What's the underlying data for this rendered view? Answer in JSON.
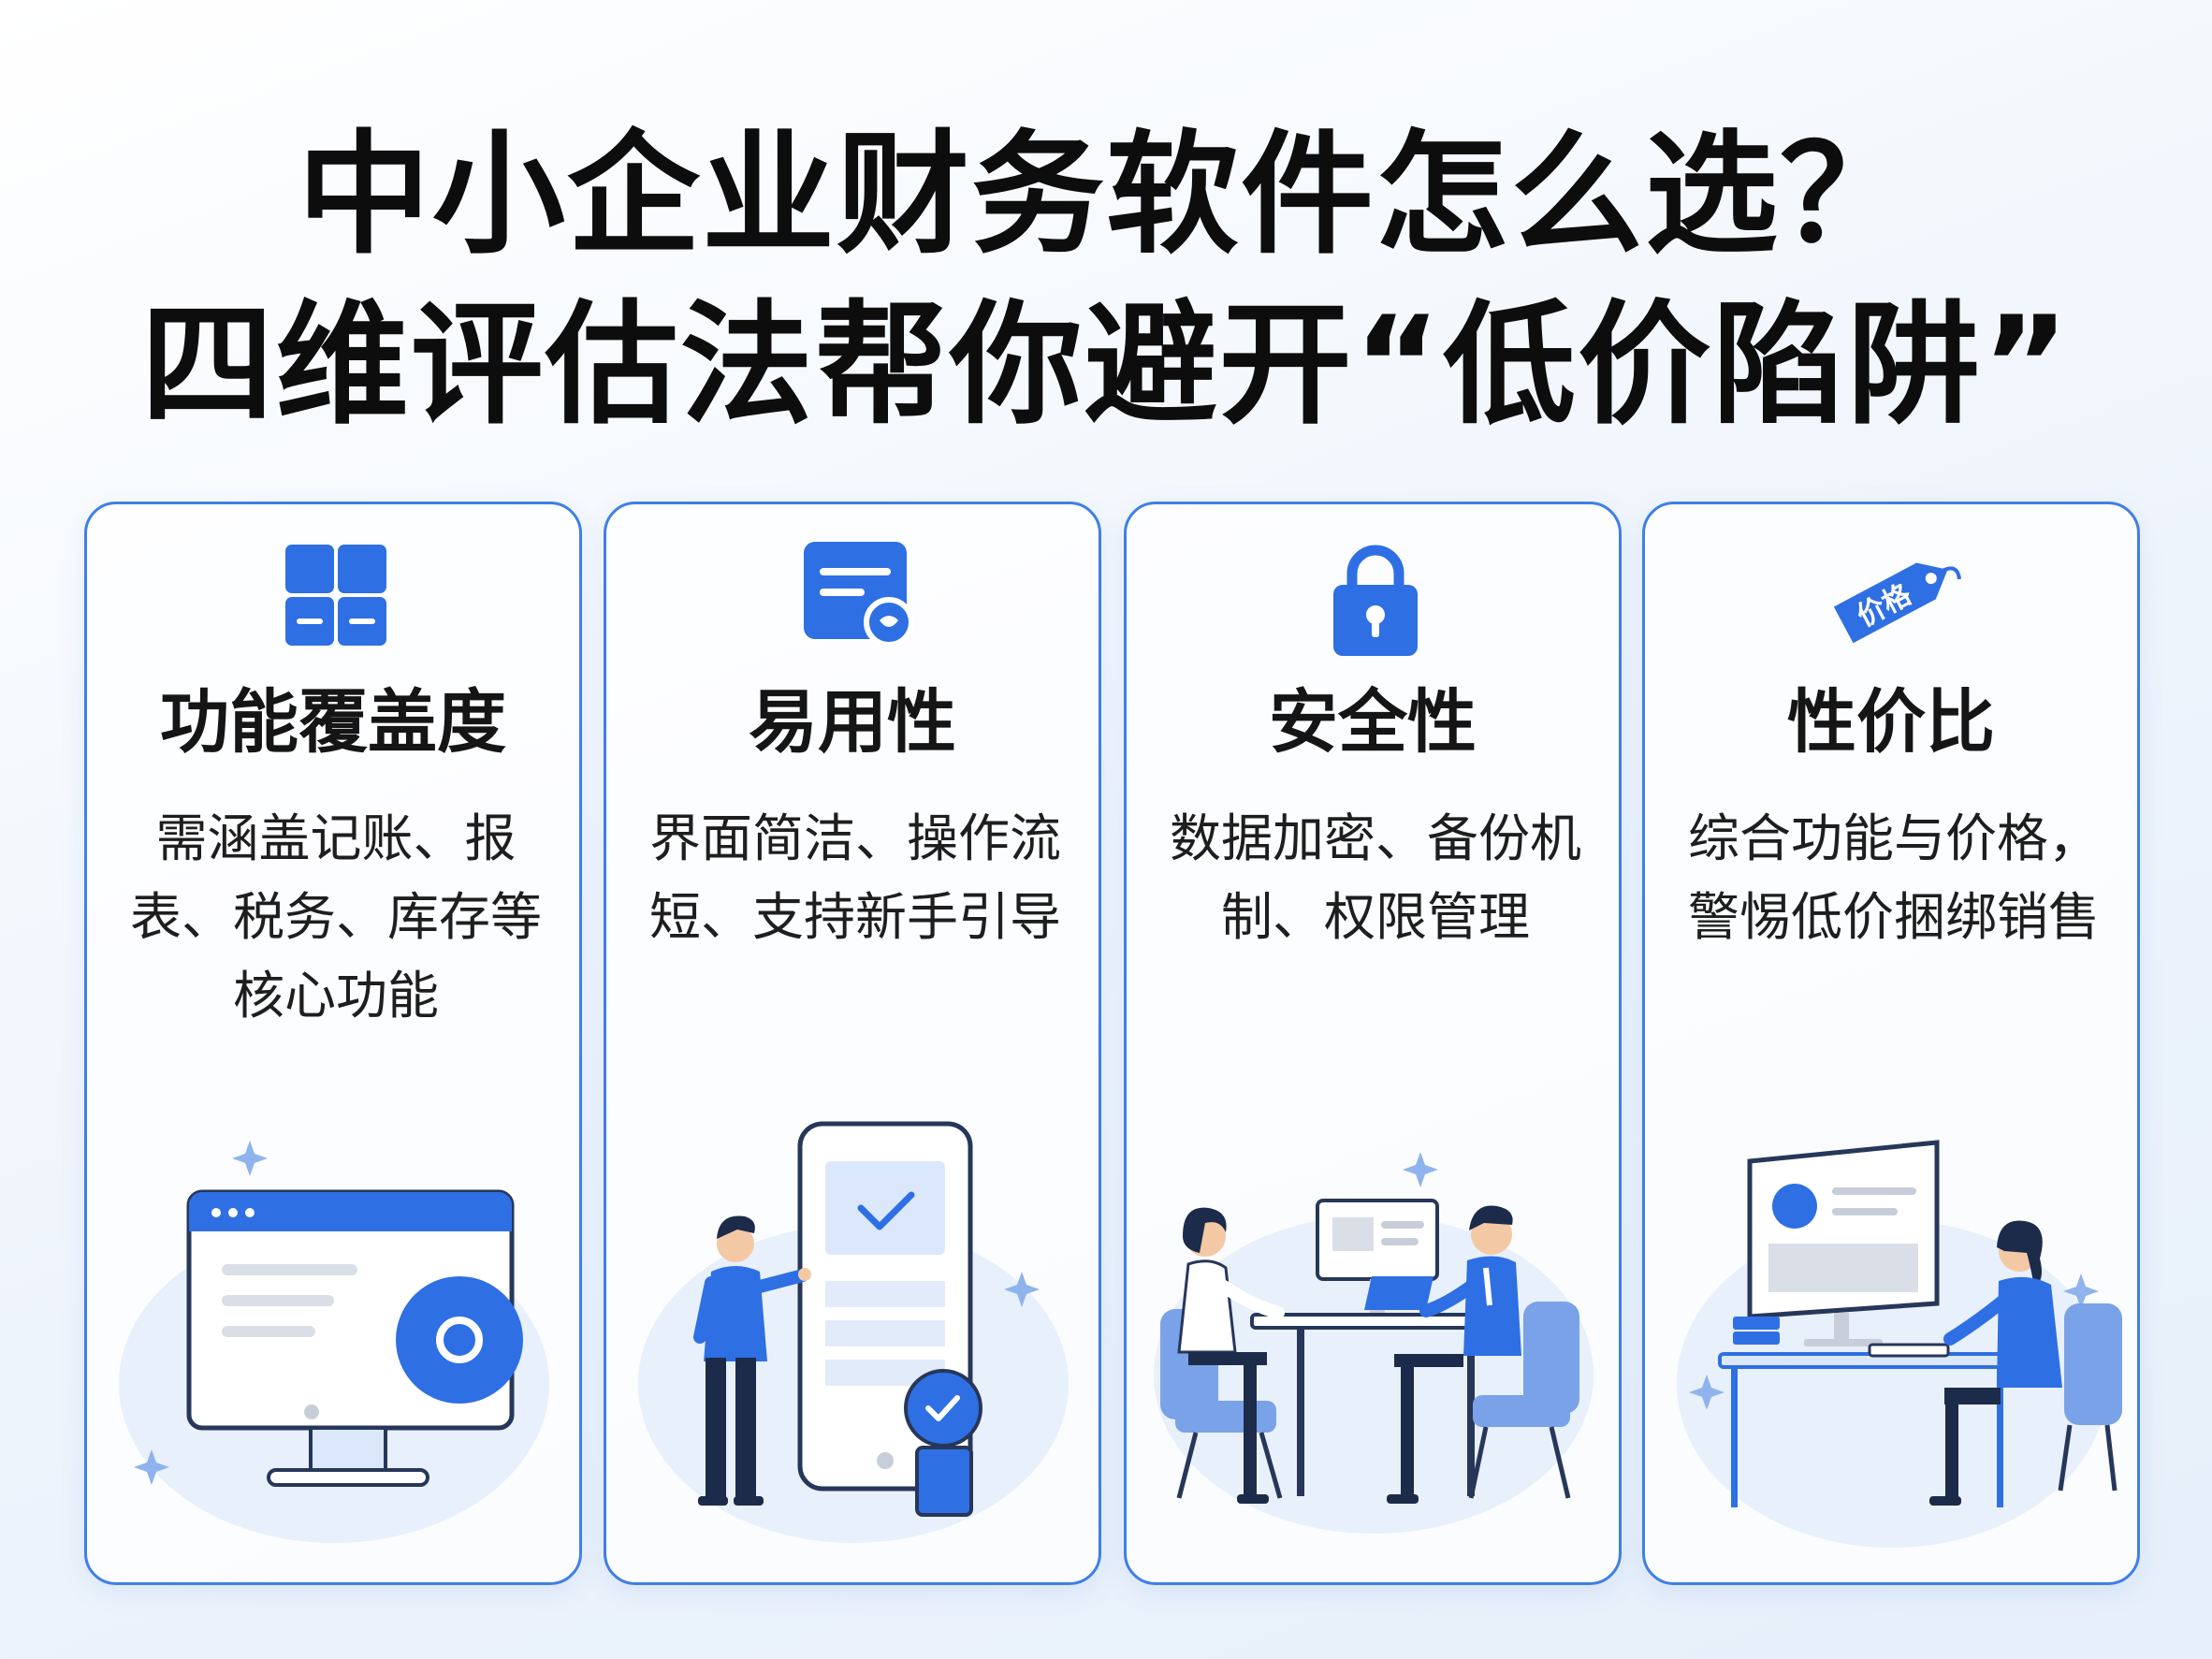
{
  "title": {
    "line1": "中小企业财务软件怎么选？",
    "line2": "四维评估法帮你避开“低价陷阱”"
  },
  "cards": [
    {
      "icon": "grid-modules-icon",
      "title": "功能覆盖度",
      "desc": "需涵盖记账、报表、税务、库存等核心功能"
    },
    {
      "icon": "document-badge-icon",
      "title": "易用性",
      "desc": "界面简洁、操作流短、支持新手引导"
    },
    {
      "icon": "lock-icon",
      "title": "安全性",
      "desc": "数据加密、备份机制、权限管理"
    },
    {
      "icon": "price-tag-icon",
      "title": "性价比",
      "desc": "综合功能与价格，警惕低价捆绑销售",
      "tag_text": "价格"
    }
  ],
  "colors": {
    "accent": "#2f6fe4",
    "border": "#3f7fe6",
    "light_blue": "#dbe8fb",
    "navy": "#1d2b4a"
  }
}
